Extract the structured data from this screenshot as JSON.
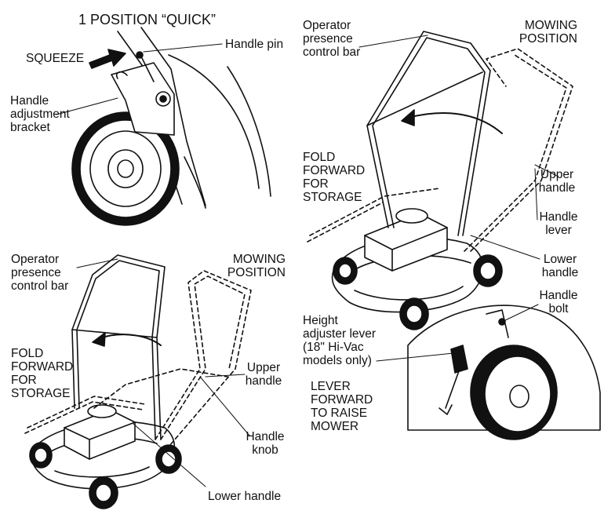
{
  "panel_top_left": {
    "heading": "1 POSITION “QUICK”",
    "squeeze": "SQUEEZE",
    "handle_pin": "Handle pin",
    "handle_adjustment_bracket": "Handle\nadjustment\nbracket"
  },
  "panel_bottom_left": {
    "operator_bar": "Operator\npresence\ncontrol bar",
    "mowing_position": "MOWING\nPOSITION",
    "fold_forward": "FOLD\nFORWARD\nFOR\nSTORAGE",
    "upper_handle": "Upper\nhandle",
    "handle_knob": "Handle\nknob",
    "lower_handle": "Lower handle"
  },
  "panel_right": {
    "operator_bar": "Operator\npresence\ncontrol bar",
    "mowing_position": "MOWING\nPOSITION",
    "fold_forward": "FOLD\nFORWARD\nFOR\nSTORAGE",
    "upper_handle": "Upper\nhandle",
    "handle_lever": "Handle\nlever",
    "lower_handle": "Lower\nhandle",
    "handle_bolt": "Handle\nbolt",
    "height_adjuster": "Height\nadjuster lever\n(18\" Hi-Vac\nmodels only)",
    "lever_forward": "LEVER\nFORWARD\nTO RAISE\nMOWER"
  }
}
